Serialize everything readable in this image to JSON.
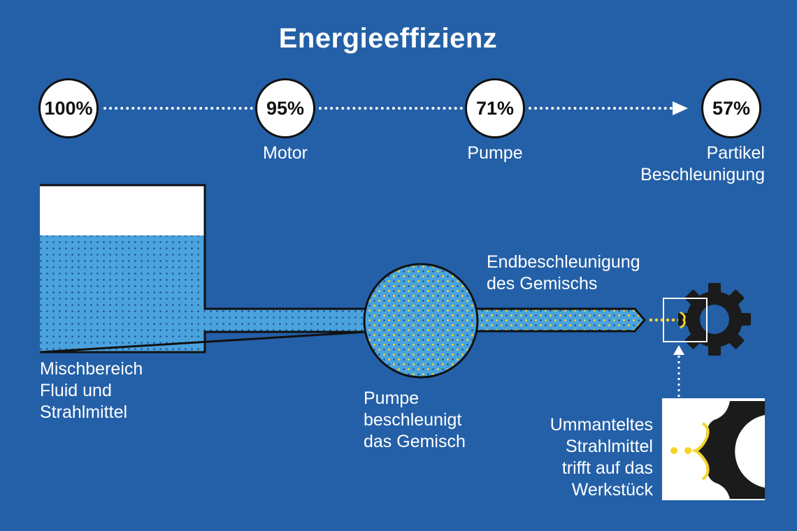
{
  "title": "Energieeffizienz",
  "efficiency_stages": [
    {
      "value": "100%",
      "label": ""
    },
    {
      "value": "95%",
      "label": "Motor"
    },
    {
      "value": "71%",
      "label": "Pumpe"
    },
    {
      "value": "57%",
      "label": "Partikel Beschleunigung"
    }
  ],
  "labels": {
    "mixing_area": [
      "Mischbereich",
      "Fluid und",
      "Strahlmittel"
    ],
    "pump_accelerates": [
      "Pumpe",
      "beschleunigt",
      "das Gemisch"
    ],
    "final_acceleration": [
      "Endbeschleunigung",
      "des Gemischs"
    ],
    "impact": [
      "Ummanteltes",
      "Strahlmittel",
      "trifft auf das",
      "Werkstück"
    ],
    "motor": "Motor",
    "pump": "Pumpe",
    "particle": [
      "Partikel",
      "Beschleunigung"
    ]
  },
  "colors": {
    "background": "#2460a7",
    "fluid": "#4aa3dd",
    "particle": "#f5d327",
    "outline": "#111111",
    "gear": "#1b1b1b"
  },
  "icons": [
    "gear-icon",
    "arrow-right-icon",
    "arrow-up-icon"
  ]
}
